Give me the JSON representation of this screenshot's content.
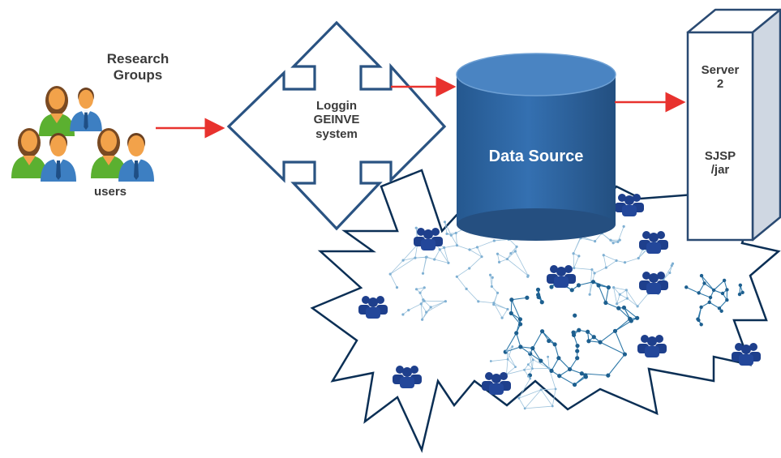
{
  "users_label": "users",
  "research_groups": "Research\nGroups",
  "login_system": "Loggin\nGEINVE\nsystem",
  "data_source": "Data Source",
  "server": {
    "name": "Server\n2",
    "tech": "SJSP\n/jar"
  },
  "colors": {
    "arrow": "#e8322e",
    "cylinder": "#2e67a5",
    "cylinder_top": "#4a84c2",
    "network": "#1d5f8f",
    "user_icon": "#1e3f8c"
  }
}
